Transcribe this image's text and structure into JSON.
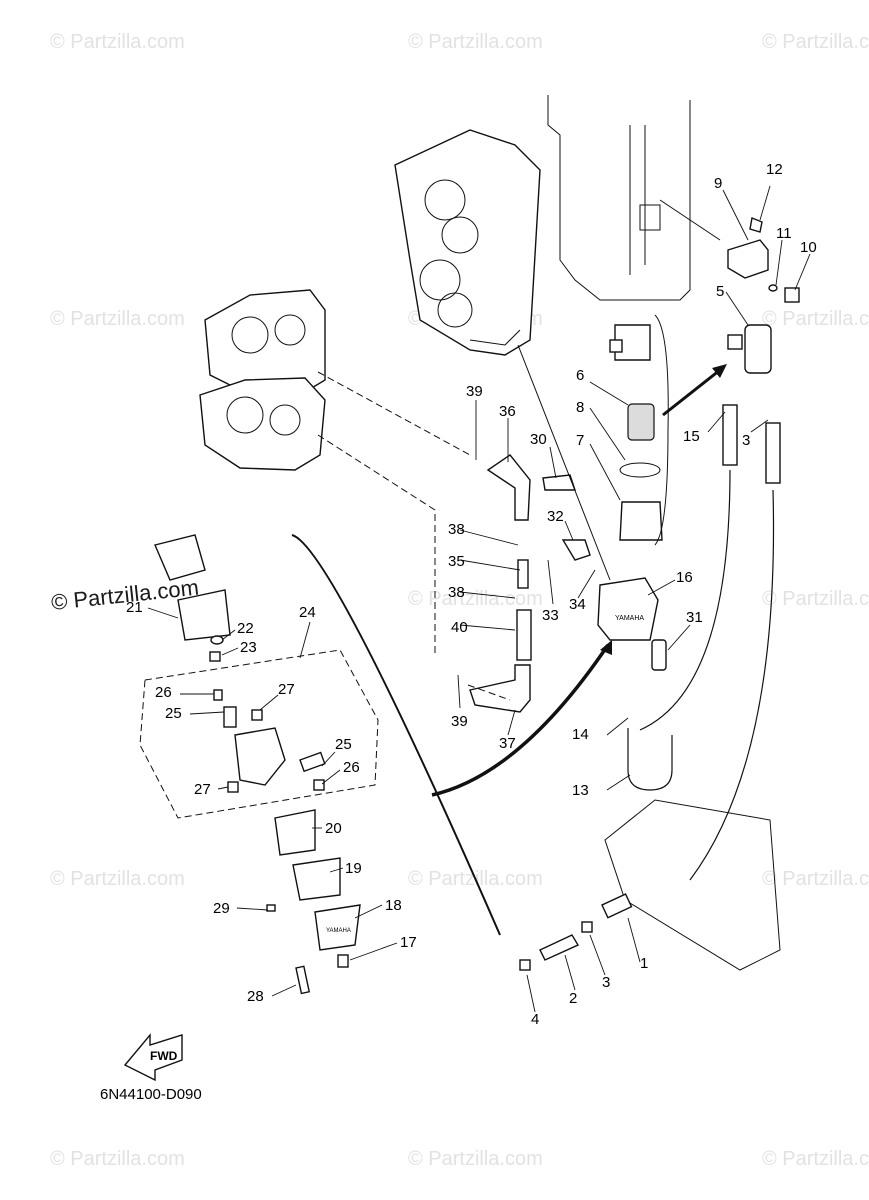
{
  "diagram": {
    "drawing_code": "6N44100-D090",
    "fwd_label": "FWD",
    "yamaha_label": "YAMAHA",
    "watermark_text": "© Partzilla.com",
    "watermark_large": "© Partzilla.com",
    "callouts": {
      "c1": "1",
      "c2": "2",
      "c3a": "3",
      "c3b": "3",
      "c4": "4",
      "c5": "5",
      "c6": "6",
      "c7": "7",
      "c8": "8",
      "c9": "9",
      "c10": "10",
      "c11": "11",
      "c12": "12",
      "c13": "13",
      "c14": "14",
      "c15": "15",
      "c16": "16",
      "c17": "17",
      "c18": "18",
      "c19": "19",
      "c20": "20",
      "c21": "21",
      "c22": "22",
      "c23": "23",
      "c24": "24",
      "c25a": "25",
      "c25b": "25",
      "c26a": "26",
      "c26b": "26",
      "c27a": "27",
      "c27b": "27",
      "c28": "28",
      "c29": "29",
      "c30": "30",
      "c31": "31",
      "c32": "32",
      "c33": "33",
      "c34": "34",
      "c35": "35",
      "c36": "36",
      "c37": "37",
      "c38a": "38",
      "c38b": "38",
      "c39a": "39",
      "c39b": "39",
      "c40": "40"
    }
  }
}
